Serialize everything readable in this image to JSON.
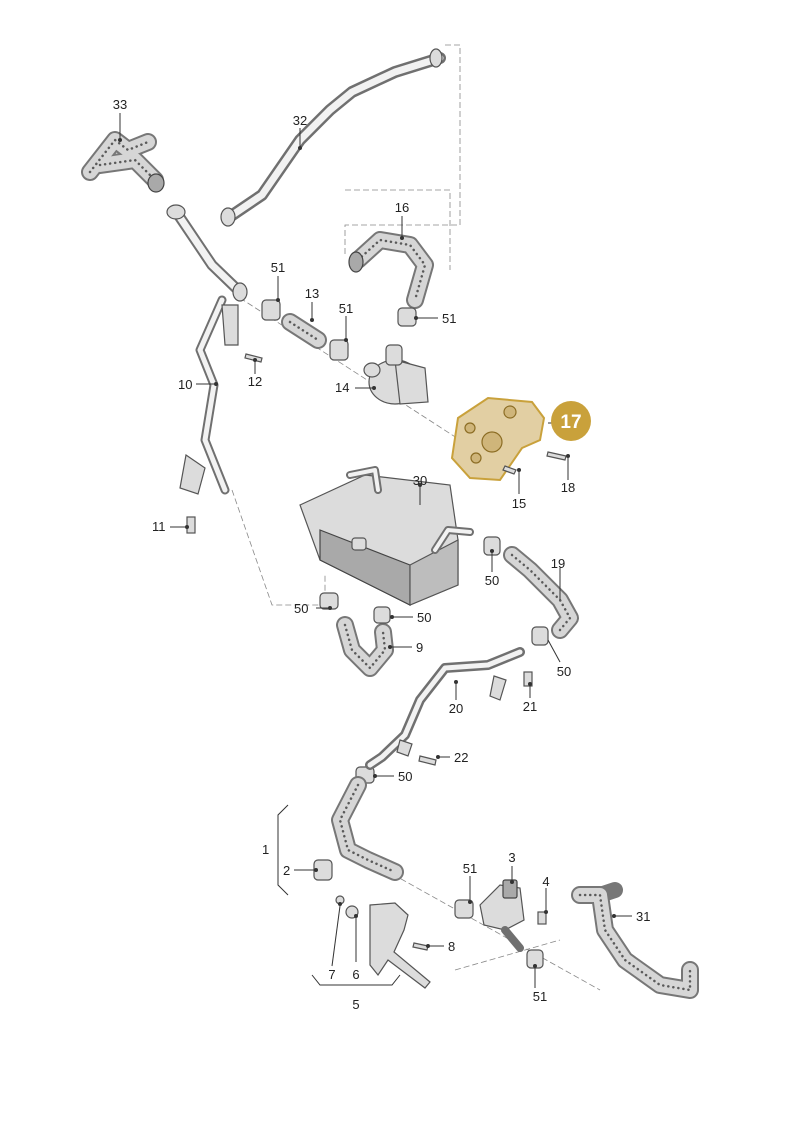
{
  "callouts": {
    "p1": "1",
    "p2": "2",
    "p3": "3",
    "p4": "4",
    "p5": "5",
    "p6": "6",
    "p7": "7",
    "p8": "8",
    "p9": "9",
    "p10": "10",
    "p11": "11",
    "p12": "12",
    "p13": "13",
    "p14": "14",
    "p15": "15",
    "p16": "16",
    "p17": "17",
    "p18": "18",
    "p19": "19",
    "p20": "20",
    "p21": "21",
    "p22": "22",
    "p30": "30",
    "p31": "31",
    "p32": "32",
    "p33": "33",
    "p50a": "50",
    "p50b": "50",
    "p50c": "50",
    "p50d": "50",
    "p50e": "50",
    "p51a": "51",
    "p51b": "51",
    "p51c": "51",
    "p51d": "51",
    "p51e": "51"
  },
  "highlight": {
    "part": "17",
    "color": "#c9a13b"
  },
  "colors": {
    "part_fill": "#dcdcdc",
    "line": "#555555",
    "text": "#222222"
  }
}
